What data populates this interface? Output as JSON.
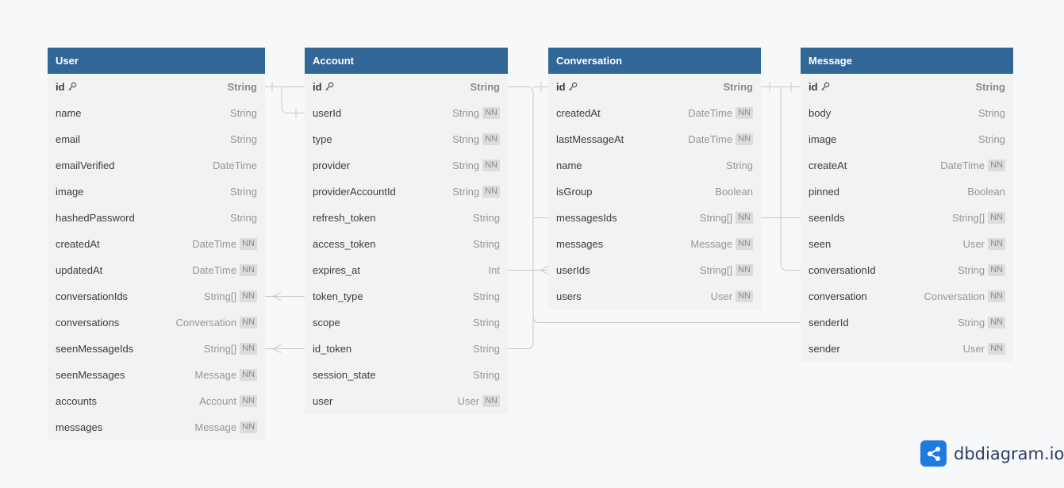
{
  "tables": [
    {
      "id": "user",
      "name": "User",
      "fields": [
        {
          "name": "id",
          "type": "String",
          "pk": true,
          "nn": false
        },
        {
          "name": "name",
          "type": "String",
          "nn": false
        },
        {
          "name": "email",
          "type": "String",
          "nn": false
        },
        {
          "name": "emailVerified",
          "type": "DateTime",
          "nn": false
        },
        {
          "name": "image",
          "type": "String",
          "nn": false
        },
        {
          "name": "hashedPassword",
          "type": "String",
          "nn": false
        },
        {
          "name": "createdAt",
          "type": "DateTime",
          "nn": true
        },
        {
          "name": "updatedAt",
          "type": "DateTime",
          "nn": true
        },
        {
          "name": "conversationIds",
          "type": "String[]",
          "nn": true
        },
        {
          "name": "conversations",
          "type": "Conversation",
          "nn": true
        },
        {
          "name": "seenMessageIds",
          "type": "String[]",
          "nn": true
        },
        {
          "name": "seenMessages",
          "type": "Message",
          "nn": true
        },
        {
          "name": "accounts",
          "type": "Account",
          "nn": true
        },
        {
          "name": "messages",
          "type": "Message",
          "nn": true
        }
      ]
    },
    {
      "id": "account",
      "name": "Account",
      "fields": [
        {
          "name": "id",
          "type": "String",
          "pk": true,
          "nn": false
        },
        {
          "name": "userId",
          "type": "String",
          "nn": true
        },
        {
          "name": "type",
          "type": "String",
          "nn": true
        },
        {
          "name": "provider",
          "type": "String",
          "nn": true
        },
        {
          "name": "providerAccountId",
          "type": "String",
          "nn": true
        },
        {
          "name": "refresh_token",
          "type": "String",
          "nn": false
        },
        {
          "name": "access_token",
          "type": "String",
          "nn": false
        },
        {
          "name": "expires_at",
          "type": "Int",
          "nn": false
        },
        {
          "name": "token_type",
          "type": "String",
          "nn": false
        },
        {
          "name": "scope",
          "type": "String",
          "nn": false
        },
        {
          "name": "id_token",
          "type": "String",
          "nn": false
        },
        {
          "name": "session_state",
          "type": "String",
          "nn": false
        },
        {
          "name": "user",
          "type": "User",
          "nn": true
        }
      ]
    },
    {
      "id": "conversation",
      "name": "Conversation",
      "fields": [
        {
          "name": "id",
          "type": "String",
          "pk": true,
          "nn": false
        },
        {
          "name": "createdAt",
          "type": "DateTime",
          "nn": true
        },
        {
          "name": "lastMessageAt",
          "type": "DateTime",
          "nn": true
        },
        {
          "name": "name",
          "type": "String",
          "nn": false
        },
        {
          "name": "isGroup",
          "type": "Boolean",
          "nn": false
        },
        {
          "name": "messagesIds",
          "type": "String[]",
          "nn": true
        },
        {
          "name": "messages",
          "type": "Message",
          "nn": true
        },
        {
          "name": "userIds",
          "type": "String[]",
          "nn": true
        },
        {
          "name": "users",
          "type": "User",
          "nn": true
        }
      ]
    },
    {
      "id": "message",
      "name": "Message",
      "fields": [
        {
          "name": "id",
          "type": "String",
          "pk": true,
          "nn": false
        },
        {
          "name": "body",
          "type": "String",
          "nn": false
        },
        {
          "name": "image",
          "type": "String",
          "nn": false
        },
        {
          "name": "createAt",
          "type": "DateTime",
          "nn": true
        },
        {
          "name": "pinned",
          "type": "Boolean",
          "nn": false
        },
        {
          "name": "seenIds",
          "type": "String[]",
          "nn": true
        },
        {
          "name": "seen",
          "type": "User",
          "nn": true
        },
        {
          "name": "conversationId",
          "type": "String",
          "nn": true
        },
        {
          "name": "conversation",
          "type": "Conversation",
          "nn": true
        },
        {
          "name": "senderId",
          "type": "String",
          "nn": true
        },
        {
          "name": "sender",
          "type": "User",
          "nn": true
        }
      ]
    }
  ],
  "nn_label": "NN",
  "brand": {
    "name": "dbdiagram.io",
    "logo_icon": "share-nodes-icon",
    "color": "#1f7be0"
  },
  "colors": {
    "header": "#316796",
    "table_bg": "#f2f2f2",
    "connector": "#c8c8c8"
  }
}
